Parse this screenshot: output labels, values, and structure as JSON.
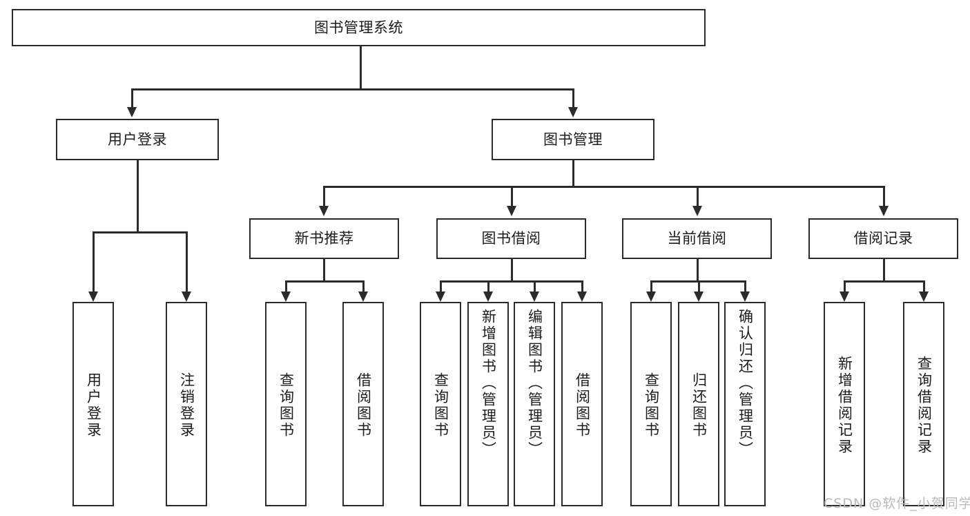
{
  "diagram": {
    "title": "图书管理系统",
    "type": "tree-hierarchy-diagram",
    "root": {
      "id": "root",
      "label": "图书管理系统"
    },
    "level2": [
      {
        "id": "user-login",
        "label": "用户登录"
      },
      {
        "id": "book-manage",
        "label": "图书管理"
      }
    ],
    "level3": [
      {
        "id": "new-book-rec",
        "label": "新书推荐"
      },
      {
        "id": "book-borrow",
        "label": "图书借阅"
      },
      {
        "id": "current-borrow",
        "label": "当前借阅"
      },
      {
        "id": "borrow-record",
        "label": "借阅记录"
      }
    ],
    "leaves": {
      "user_login": [
        {
          "id": "leaf-user-login",
          "label": "用户登录"
        },
        {
          "id": "leaf-logout-login",
          "label": "注销登录"
        }
      ],
      "new_book_rec": [
        {
          "id": "leaf-query-book-1",
          "label": "查询图书"
        },
        {
          "id": "leaf-borrow-book-1",
          "label": "借阅图书"
        }
      ],
      "book_borrow": [
        {
          "id": "leaf-query-book-2",
          "label": "查询图书"
        },
        {
          "id": "leaf-add-book",
          "label": "新增图书（管理员）"
        },
        {
          "id": "leaf-edit-book",
          "label": "编辑图书（管理员）"
        },
        {
          "id": "leaf-borrow-book-2",
          "label": "借阅图书"
        }
      ],
      "current_borrow": [
        {
          "id": "leaf-query-book-3",
          "label": "查询图书"
        },
        {
          "id": "leaf-return-book",
          "label": "归还图书"
        },
        {
          "id": "leaf-confirm-return",
          "label": "确认归还（管理员）"
        }
      ],
      "borrow_record": [
        {
          "id": "leaf-add-record",
          "label": "新增借阅记录"
        },
        {
          "id": "leaf-query-record",
          "label": "查询借阅记录"
        }
      ]
    }
  },
  "watermark": {
    "text": "CSDN @软件_小贺同学"
  },
  "colors": {
    "stroke": "#2b2b2b",
    "fill": "#ffffff",
    "text": "#1c1c1c",
    "watermark": "#b9b9b9"
  }
}
